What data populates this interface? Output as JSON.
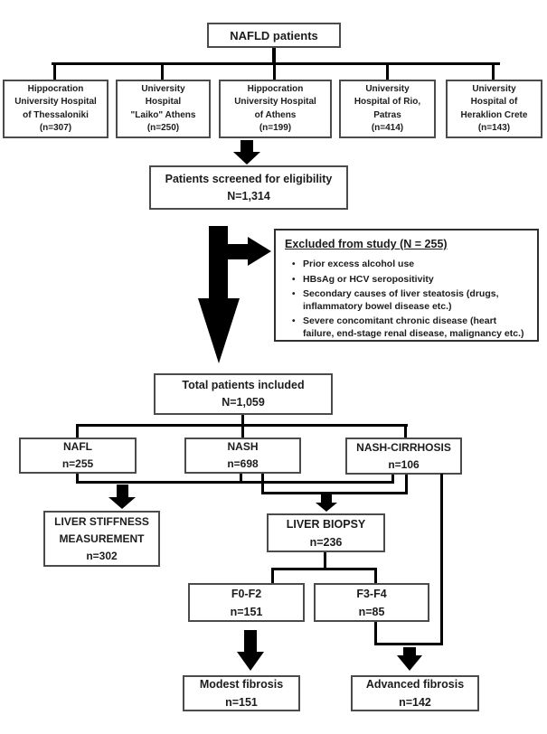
{
  "meta": {
    "bullet_glyph": "•"
  },
  "colors": {
    "background": "#ffffff",
    "connector_line": "#000000",
    "box_border": "#4b4b4b",
    "text": "#1c1c1c"
  },
  "nodes": {
    "root": {
      "line1": "NAFLD patients"
    },
    "hospital1": {
      "line1": "Hippocration",
      "line2": "University Hospital",
      "line3": "of Thessaloniki",
      "line4": "(n=307)"
    },
    "hospital2": {
      "line1": "University",
      "line2": "Hospital",
      "line3": "\"Laiko\" Athens",
      "line4": "(n=250)"
    },
    "hospital3": {
      "line1": "Hippocration",
      "line2": "University Hospital",
      "line3": "of Athens",
      "line4": "(n=199)"
    },
    "hospital4": {
      "line1": "University",
      "line2": "Hospital of Rio,",
      "line3": "Patras",
      "line4": "(n=414)"
    },
    "hospital5": {
      "line1": "University",
      "line2": "Hospital of",
      "line3": "Heraklion Crete",
      "line4": "(n=143)"
    },
    "screened": {
      "line1": "Patients screened for eligibility",
      "line2": "N=1,314"
    },
    "excluded": {
      "title": "Excluded from study (N = 255)",
      "bullets": [
        "Prior excess alcohol use",
        "HBsAg or HCV seropositivity",
        "Secondary causes of liver steatosis (drugs, inflammatory bowel disease etc.)",
        "Severe concomitant chronic disease (heart failure, end-stage renal disease, malignancy etc.)"
      ]
    },
    "total": {
      "line1": "Total patients included",
      "line2": "N=1,059"
    },
    "nafl": {
      "line1": "NAFL",
      "line2": "n=255"
    },
    "nash": {
      "line1": "NASH",
      "line2": "n=698"
    },
    "cirrhosis": {
      "line1": "NASH-CIRRHOSIS",
      "line2": "n=106"
    },
    "lsm": {
      "line1": "LIVER STIFFNESS",
      "line2": "MEASUREMENT",
      "line3": "n=302"
    },
    "biopsy": {
      "line1": "LIVER BIOPSY",
      "line2": "n=236"
    },
    "f02": {
      "line1": "F0-F2",
      "line2": "n=151"
    },
    "f34": {
      "line1": "F3-F4",
      "line2": "n=85"
    },
    "modest": {
      "line1": "Modest fibrosis",
      "line2": "n=151"
    },
    "advanced": {
      "line1": "Advanced fibrosis",
      "line2": "n=142"
    }
  }
}
